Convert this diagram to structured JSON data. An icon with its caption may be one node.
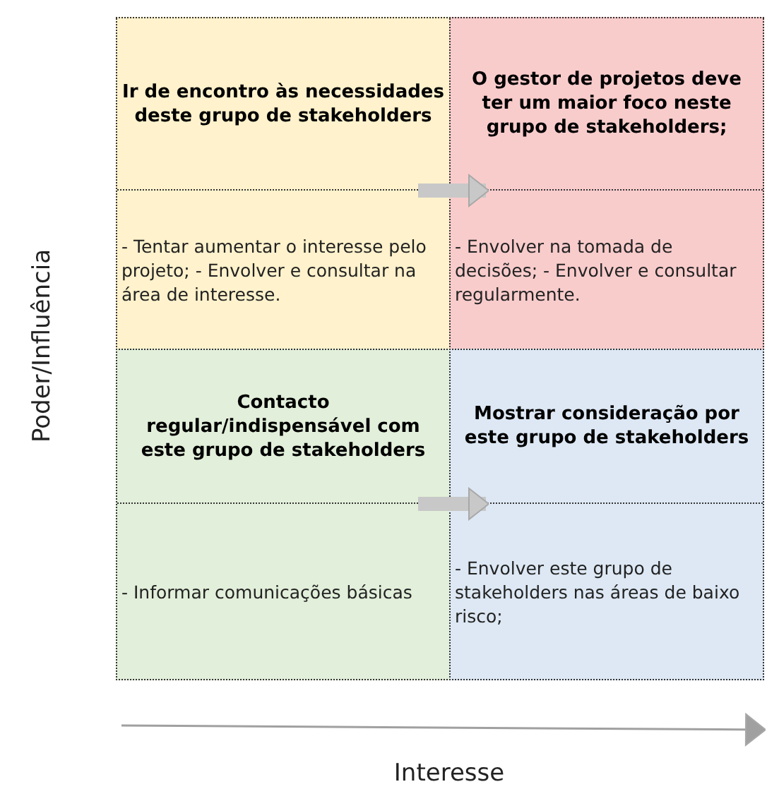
{
  "diagram": {
    "nodes": [
      {
        "text": [
          "Ir de encontro às necessidades deste grupo de stakeholders",
          "- Tentar aumentar o interesse pelo projeto; - Envolver e consultar na área de interesse."
        ]
      },
      {
        "text": [
          "O gestor de projetos deve ter um maior foco neste grupo de stakeholders;",
          "- Envolver na tomada de decisões; - Envolver e consultar regularmente."
        ]
      },
      {
        "text": [
          "Contacto regular/indispensável com este grupo de stakeholders",
          "- Informar comunicações básicas"
        ]
      },
      {
        "text": [
          "Mostrar consideração por este grupo de stakeholders",
          "- Envolver este grupo de stakeholders nas áreas de baixo risco;"
        ]
      }
    ],
    "edges": [
      {
        "from": 0,
        "to": 1,
        "arrow": "to"
      },
      {
        "from": 2,
        "to": 3,
        "arrow": "to"
      }
    ],
    "labels": [
      "Poder/Influência",
      "Interesse"
    ]
  }
}
